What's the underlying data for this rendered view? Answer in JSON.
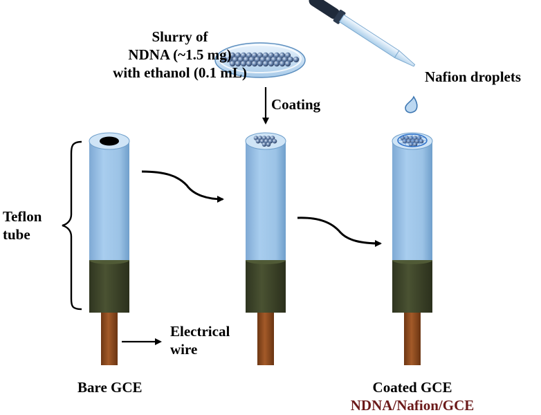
{
  "labels": {
    "slurry_line1": "Slurry of",
    "slurry_line2": "NDNA (~1.5 mg)",
    "slurry_line3": "with ethanol (0.1 mL)",
    "coating": "Coating",
    "nafion_droplets": "Nafion droplets",
    "teflon_line1": "Teflon",
    "teflon_line2": "tube",
    "electrical_line1": "Electrical",
    "electrical_line2": "wire",
    "bare_gce": "Bare GCE",
    "coated_gce": "Coated GCE",
    "composite_name": "NDNA/Nafion/GCE"
  },
  "colors": {
    "tube_blue": "#9cc3e6",
    "tube_blue_dark": "#6f9fcb",
    "sleeve": "#3a4126",
    "wire": "#8b4a1f",
    "bead": "#4a6a96",
    "composite_text": "#6b1a1a"
  }
}
